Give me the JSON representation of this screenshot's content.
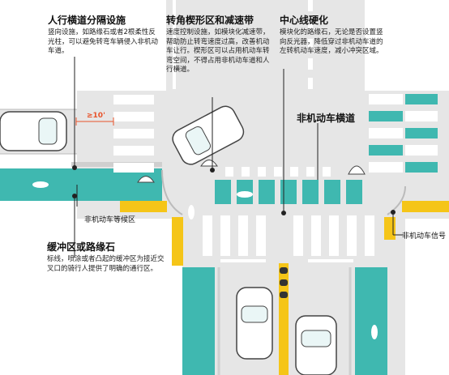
{
  "annotations": {
    "separator": {
      "title": "人行横道分隔设施",
      "body": "竖向设施，如路缘石或者2根柔性反光柱，可以避免转弯车辆侵入非机动车道。"
    },
    "corner_wedge": {
      "title": "转角楔形区和减速带",
      "body": "速度控制设施，如模块化减速带，帮助防止转弯速度过高，改善机动车让行。楔形区可以占用机动车转弯空间，不得占用非机动车道和人行横道。"
    },
    "centerline": {
      "title": "中心线硬化",
      "body": "模块化的路缘石，无论是否设置竖向反光器，降低穿过非机动车道的左转机动车速度，减小冲突区域。"
    },
    "bike_crossing": {
      "title": "非机动车横道"
    },
    "buffer": {
      "title": "缓冲区或路缘石",
      "body": "标线，喷涂或者凸起的缓冲区为接近交叉口的骑行人提供了明确的通行区。"
    },
    "bike_waiting": {
      "label": "非机动车等候区"
    },
    "bike_signal": {
      "label": "非机动车信号"
    }
  },
  "dimension": {
    "label": "≥10'"
  },
  "colors": {
    "road": "#e6e6e6",
    "sidewalk": "#ffffff",
    "bike_lane": "#3fb8b0",
    "tactile": "#f5c518",
    "marking": "#ffffff",
    "accent": "#e8542c",
    "line": "#222222"
  }
}
